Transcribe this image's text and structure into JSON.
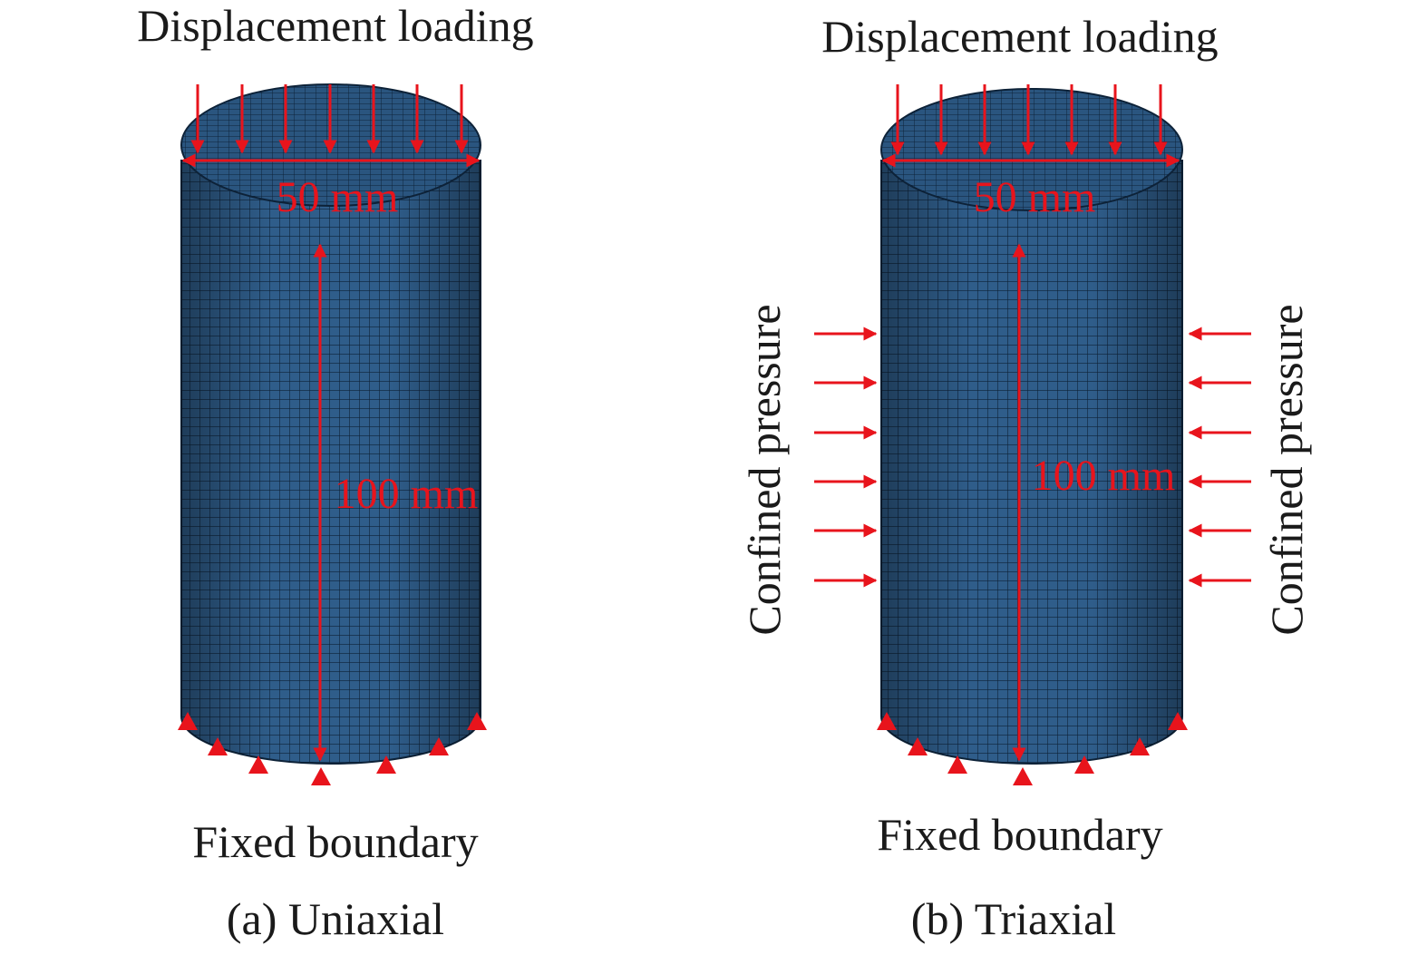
{
  "panels": [
    {
      "id": "a",
      "top_label": "Displacement loading",
      "diameter_label": "50 mm",
      "height_label": "100 mm",
      "bottom_label": "Fixed boundary",
      "caption": "(a) Uniaxial",
      "confined_pressure": false
    },
    {
      "id": "b",
      "top_label": "Displacement loading",
      "diameter_label": "50 mm",
      "height_label": "100 mm",
      "bottom_label": "Fixed boundary",
      "caption": "(b) Triaxial",
      "confined_pressure": true,
      "left_side_label": "Confined pressure",
      "right_side_label": "Confined pressure"
    }
  ],
  "colors": {
    "mesh_fill": "#2f5d8a",
    "mesh_line": "#0d2238",
    "arrow": "#e8141c",
    "text": "#1a1a1a"
  }
}
